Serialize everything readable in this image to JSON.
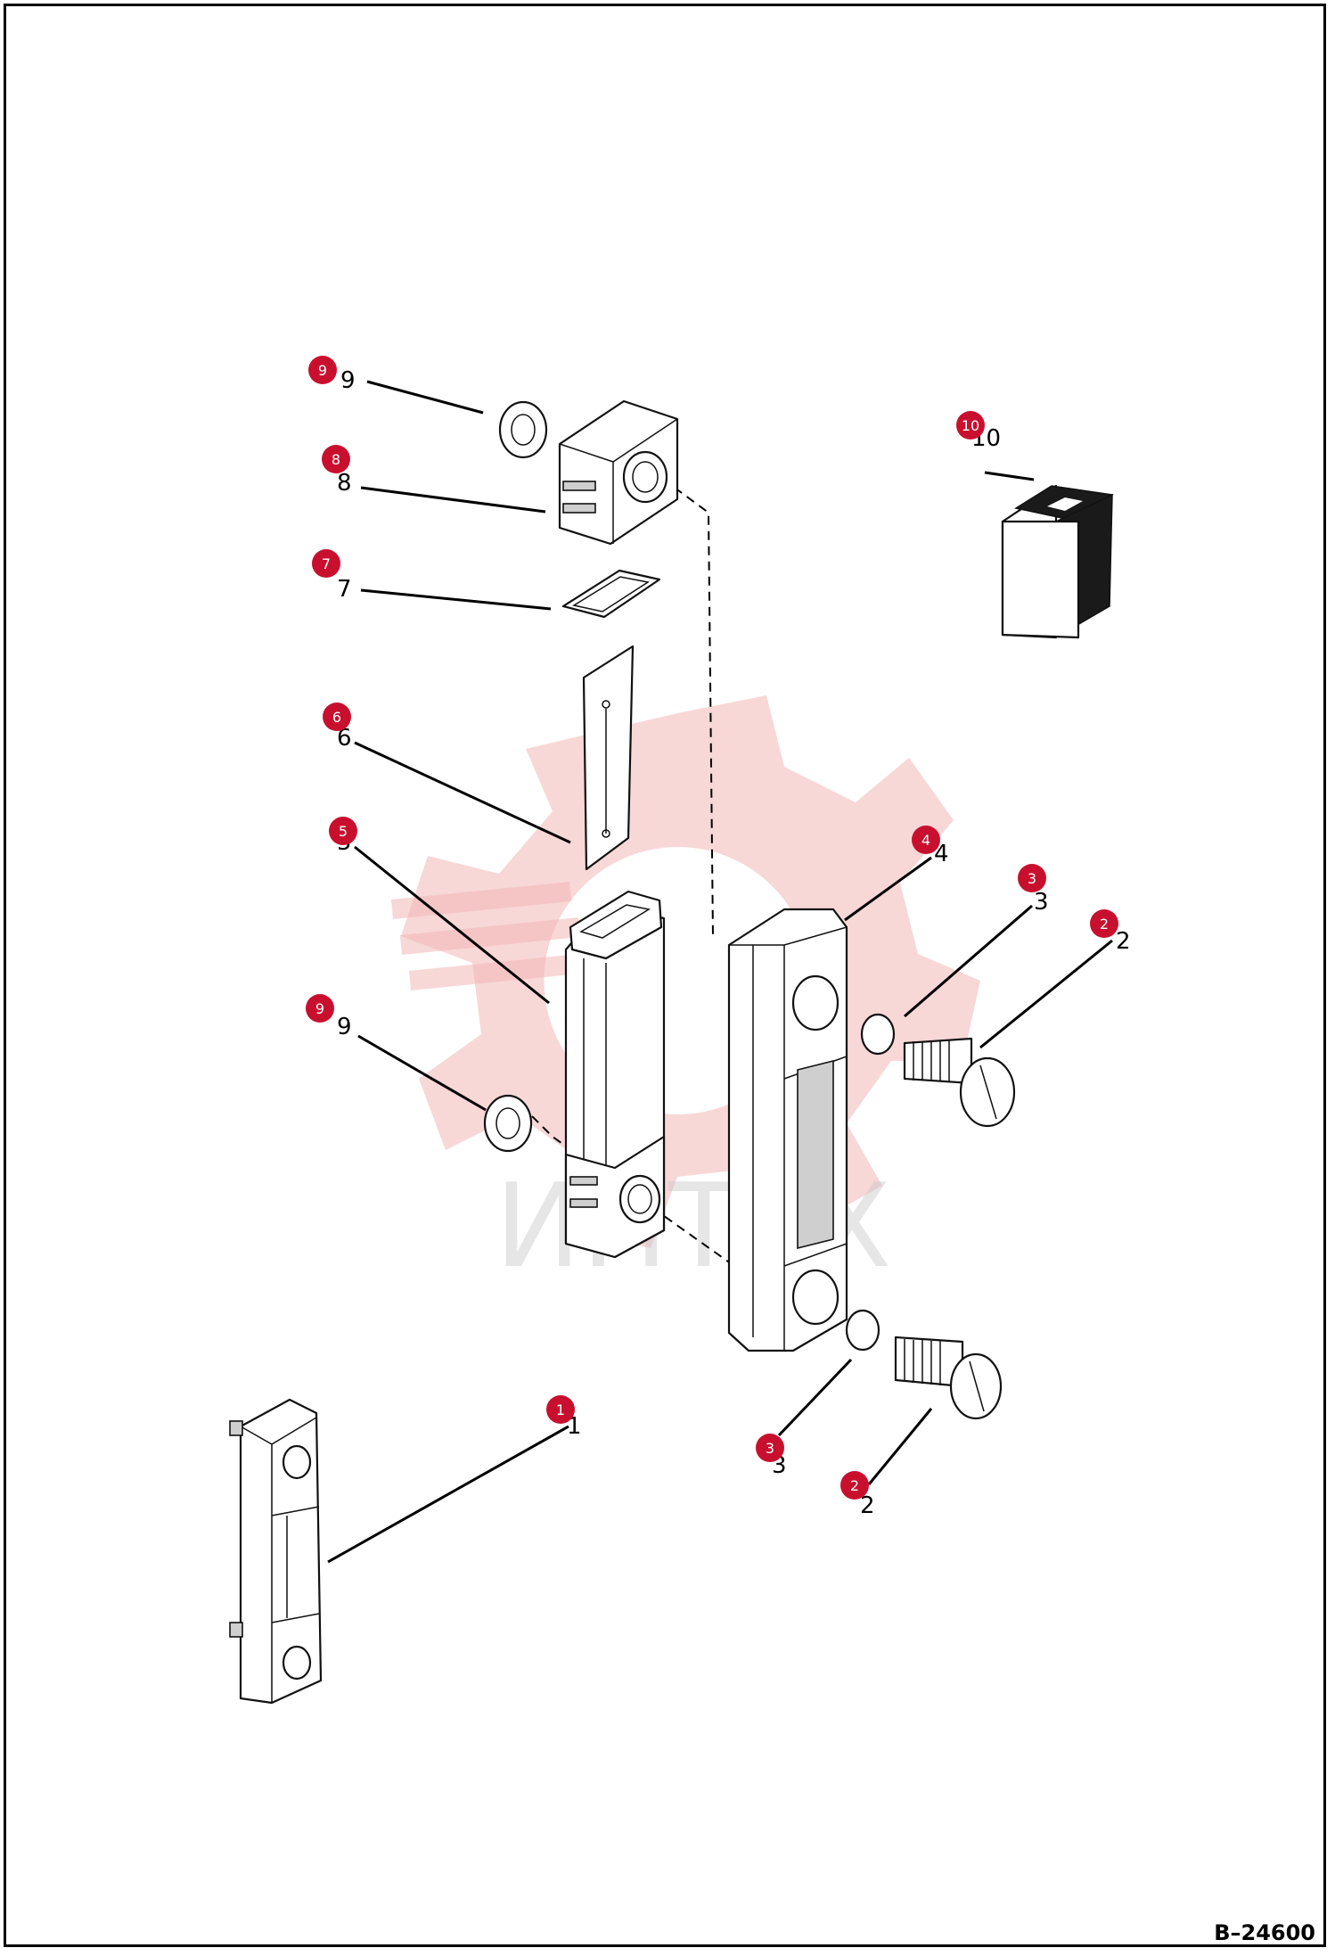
{
  "figure_id": "B–24600",
  "watermark_text": "ИПТЕХ",
  "colors": {
    "badge": "#c8102e",
    "watermark_gear": "#f3b7b7"
  },
  "callouts": [
    {
      "id": "c9a",
      "part": "9",
      "badge": "9"
    },
    {
      "id": "c8",
      "part": "8",
      "badge": "8"
    },
    {
      "id": "c7",
      "part": "7",
      "badge": "7"
    },
    {
      "id": "c6",
      "part": "6",
      "badge": "6"
    },
    {
      "id": "c5",
      "part": "5",
      "badge": "5"
    },
    {
      "id": "c9b",
      "part": "9",
      "badge": "9"
    },
    {
      "id": "c4",
      "part": "4",
      "badge": "4"
    },
    {
      "id": "c3a",
      "part": "3",
      "badge": "3"
    },
    {
      "id": "c2a",
      "part": "2",
      "badge": "2"
    },
    {
      "id": "c10",
      "part": "10",
      "badge": "10"
    },
    {
      "id": "c1",
      "part": "1",
      "badge": "1"
    },
    {
      "id": "c3b",
      "part": "3",
      "badge": "3"
    },
    {
      "id": "c2b",
      "part": "2",
      "badge": "2"
    }
  ]
}
